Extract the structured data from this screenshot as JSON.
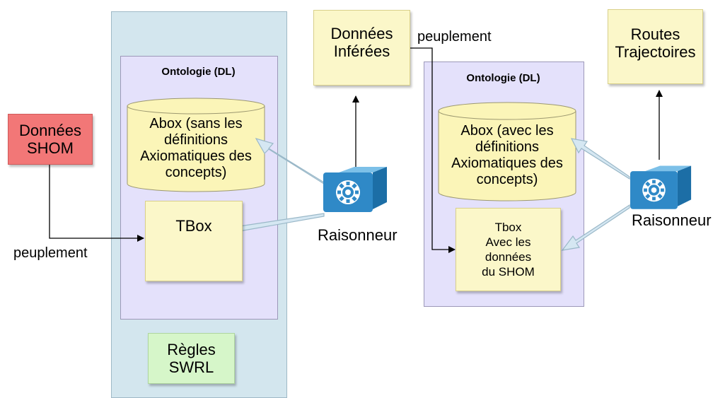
{
  "left": {
    "ontology_title": "Ontologie (DL)",
    "abox": "Abox (sans les\ndéfinitions\nAxiomatiques des\nconcepts)",
    "tbox": "TBox",
    "rules": "Règles\nSWRL",
    "source": "Données\nSHOM",
    "peuplement": "peuplement"
  },
  "middle": {
    "inferred": "Données\nInférées",
    "reasoner": "Raisonneur",
    "peuplement": "peuplement"
  },
  "right": {
    "ontology_title": "Ontologie (DL)",
    "abox": "Abox (avec les\ndéfinitions\nAxiomatiques des\nconcepts)",
    "tbox": "Tbox\nAvec les\ndonnées\ndu SHOM",
    "reasoner": "Raisonneur",
    "output": "Routes\nTrajectoires"
  },
  "colors": {
    "panel_blue": "#d3e6ee",
    "panel_lavender": "#e4e1fb",
    "note_yellow": "#fbf7c9",
    "note_red": "#f27777",
    "note_green": "#d6f6c9",
    "cylinder": "#fbf5b8",
    "reasoner_blue": "#2f89c7"
  },
  "icons": [
    "gear-icon"
  ]
}
